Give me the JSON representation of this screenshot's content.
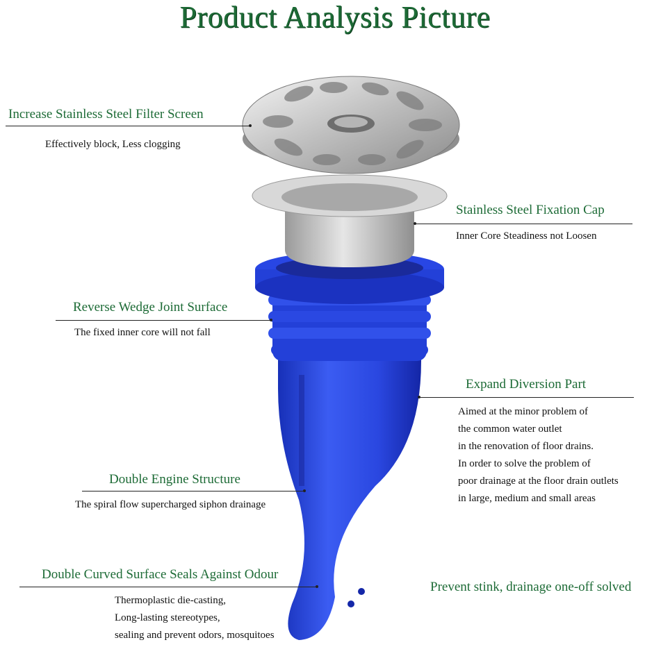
{
  "title": "Product Analysis Picture",
  "callouts": [
    {
      "heading": "Increase Stainless Steel Filter Screen",
      "lines": [
        "Effectively block, Less clogging"
      ]
    },
    {
      "heading": "Stainless Steel Fixation Cap",
      "lines": [
        "Inner Core Steadiness not Loosen"
      ]
    },
    {
      "heading": "Reverse Wedge Joint Surface",
      "lines": [
        "The fixed inner core will not fall"
      ]
    },
    {
      "heading": "Expand Diversion Part",
      "lines": [
        "Aimed at the minor problem of",
        "the common water outlet",
        "in the renovation of floor drains.",
        "In order to solve the problem of",
        "poor drainage at the floor drain outlets",
        "in large, medium and small areas"
      ]
    },
    {
      "heading": "Double Engine Structure",
      "lines": [
        "The spiral flow supercharged siphon drainage"
      ]
    },
    {
      "heading": "Double Curved Surface Seals Against Odour",
      "lines": [
        "Thermoplastic die-casting,",
        "Long-lasting stereotypes,",
        "sealing and prevent odors, mosquitoes"
      ]
    }
  ],
  "tagline": "Prevent stink, drainage one-off solved",
  "colors": {
    "heading": "#1d6b36",
    "silicone": "#1f3fd6",
    "steel": "#c9c9c9"
  }
}
